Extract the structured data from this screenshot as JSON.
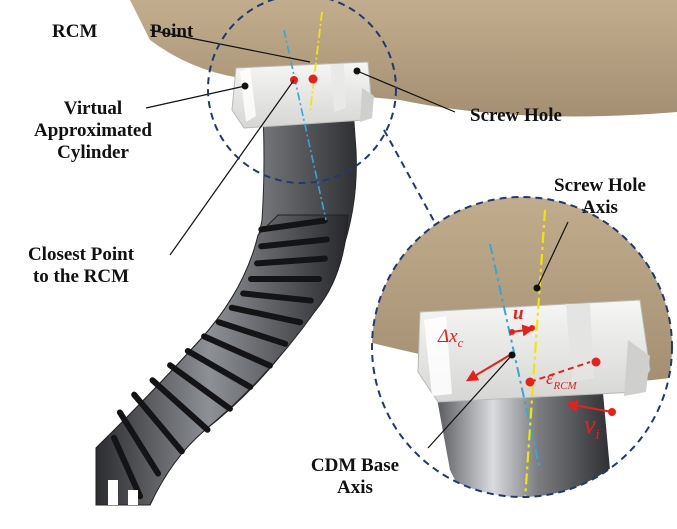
{
  "labels": {
    "rcm": "RCM",
    "point": "Point",
    "screw_hole": "Screw Hole",
    "virtual_line1": "Virtual",
    "virtual_line2": "Approximated",
    "virtual_line3": "Cylinder",
    "closest_line1": "Closest Point",
    "closest_line2": "to the RCM",
    "screw_axis_line1": "Screw Hole",
    "screw_axis_line2": "Axis",
    "cdm_line1": "CDM Base",
    "cdm_line2": "Axis"
  },
  "math": {
    "u": "u",
    "delta_x": "Δx",
    "delta_x_sub": "c",
    "epsilon": "ε",
    "epsilon_sub": "RCM",
    "v": "v",
    "v_sub": "i"
  },
  "colors": {
    "bone": "#b7a183",
    "red": "#e8201c",
    "yellow_axis": "#f2e600",
    "blue_axis": "#36a6d6",
    "dashed_circle": "#1f3a72",
    "metal_dark": "#3a3a3c",
    "metal_light": "#c9ccd1"
  }
}
